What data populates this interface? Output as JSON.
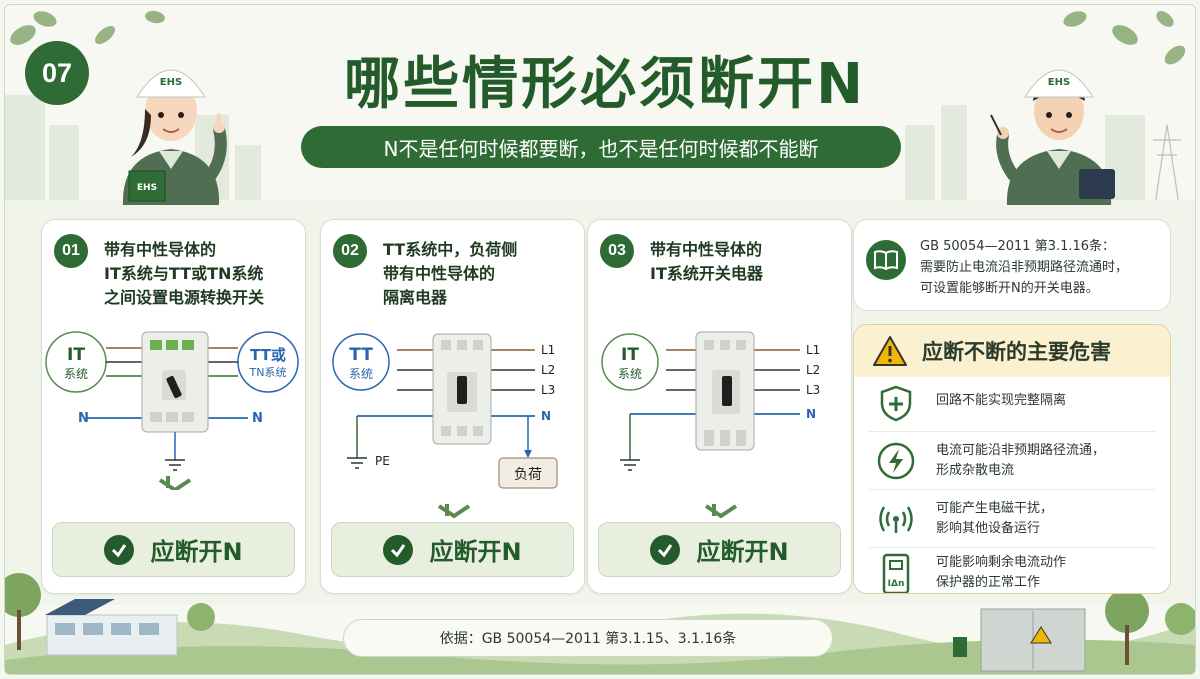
{
  "page": {
    "number": "07",
    "title": "哪些情形必须断开N",
    "subtitle": "N不是任何时候都要断，也不是任何时候都不能断",
    "helmet_label": "EHS",
    "clipboard_label": "EHS"
  },
  "colors": {
    "primary_green": "#2f6b35",
    "dark_green": "#245b2b",
    "light_green": "#e8efdf",
    "brown_line": "#8b5a2b",
    "blue_line": "#2a66b0",
    "warning_bg": "#fbf0cf",
    "warning_yellow": "#f2b705"
  },
  "cards": [
    {
      "num": "01",
      "title": "带有中性导体的\nIT系统与TT或TN系统\n之间设置电源转换开关",
      "left_label_line1": "IT",
      "left_label_line2": "系统",
      "right_label_line1": "TT或",
      "right_label_line2": "TN系统",
      "n_left": "N",
      "n_right": "N",
      "result": "应断开N"
    },
    {
      "num": "02",
      "title": "TT系统中，负荷侧\n带有中性导体的\n隔离电器",
      "left_label_line1": "TT",
      "left_label_line2": "系统",
      "lines": [
        "L1",
        "L2",
        "L3",
        "N"
      ],
      "pe": "PE",
      "load": "负荷",
      "result": "应断开N"
    },
    {
      "num": "03",
      "title": "带有中性导体的\nIT系统开关电器",
      "left_label_line1": "IT",
      "left_label_line2": "系统",
      "lines": [
        "L1",
        "L2",
        "L3",
        "N"
      ],
      "result": "应断开N"
    }
  ],
  "reference": {
    "icon": "book-icon",
    "text": "GB 50054—2011  第3.1.16条：\n需要防止电流沿非预期路径流通时，\n可设置能够断开N的开关电器。"
  },
  "hazards": {
    "title": "应断不断的主要危害",
    "icon": "warning-icon",
    "items": [
      {
        "icon": "shield-plus-icon",
        "text": "回路不能实现完整隔离"
      },
      {
        "icon": "lightning-icon",
        "text": "电流可能沿非预期路径流通，\n形成杂散电流"
      },
      {
        "icon": "signal-waves-icon",
        "text": "可能产生电磁干扰，\n影响其他设备运行"
      },
      {
        "icon": "rcd-device-icon",
        "icon_text": "IΔn",
        "text": "可能影响剩余电流动作\n保护器的正常工作"
      }
    ]
  },
  "basis": "依据：GB 50054—2011  第3.1.15、3.1.16条"
}
